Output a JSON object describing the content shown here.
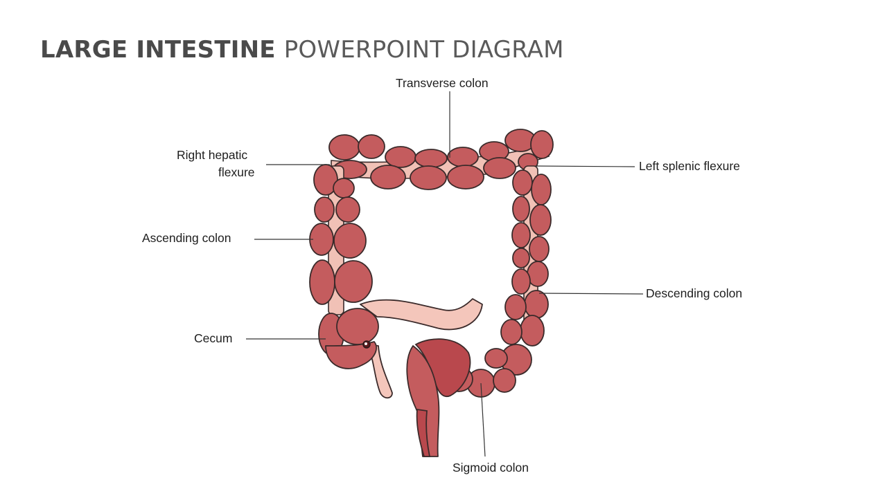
{
  "title": {
    "bold": "LARGE INTESTINE",
    "light": "POWERPOINT DIAGRAM"
  },
  "labels": {
    "transverse_colon": "Transverse colon",
    "right_hepatic_flexure_line1": "Right hepatic",
    "right_hepatic_flexure_line2": "flexure",
    "left_splenic_flexure": "Left splenic flexure",
    "ascending_colon": "Ascending colon",
    "descending_colon": "Descending colon",
    "cecum": "Cecum",
    "sigmoid_colon": "Sigmoid colon"
  },
  "colors": {
    "tissue": "#c45c5e",
    "tissue_dark": "#b9484d",
    "band": "#f1c1b6",
    "outline": "#3a2a2a",
    "title_text": "#4a4a4a"
  }
}
